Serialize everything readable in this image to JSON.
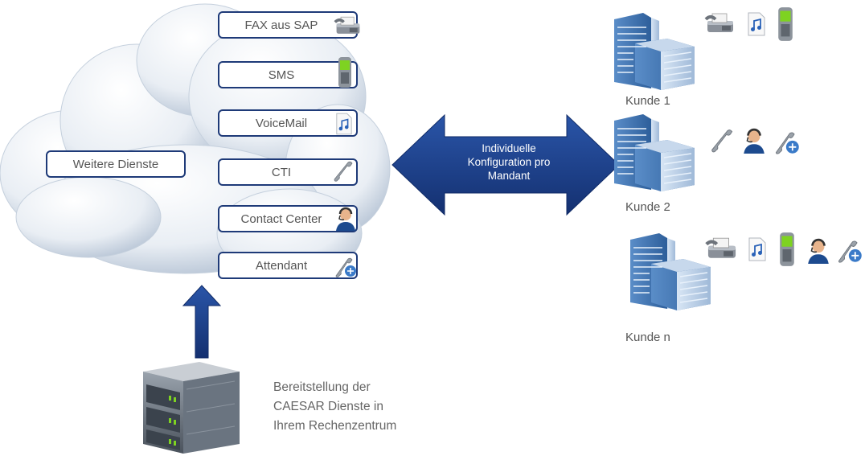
{
  "cloud": {
    "services": [
      {
        "label": "FAX aus SAP",
        "icon": "fax-icon"
      },
      {
        "label": "SMS",
        "icon": "mobile-phone-icon"
      },
      {
        "label": "VoiceMail",
        "icon": "music-note-icon"
      },
      {
        "label": "CTI",
        "icon": "phone-handset-icon"
      },
      {
        "label": "Contact Center",
        "icon": "agent-headset-icon"
      },
      {
        "label": "Attendant",
        "icon": "attendant-phone-icon"
      }
    ],
    "other_label": "Weitere Dienste"
  },
  "center_arrow": {
    "line1": "Individuelle",
    "line2": "Konfiguration pro",
    "line3": "Mandant",
    "color": "#1c3d8c"
  },
  "customers": [
    {
      "label": "Kunde 1",
      "icons": [
        "fax-icon",
        "music-note-icon",
        "mobile-phone-icon"
      ]
    },
    {
      "label": "Kunde 2",
      "icons": [
        "phone-handset-icon",
        "agent-headset-icon",
        "attendant-phone-icon"
      ]
    },
    {
      "label": "Kunde n",
      "icons": [
        "fax-icon",
        "music-note-icon",
        "mobile-phone-icon",
        "agent-headset-icon",
        "attendant-phone-icon"
      ]
    }
  ],
  "datacenter": {
    "line1": "Bereitstellung der",
    "line2": "CAESAR Dienste in",
    "line3": "Ihrem Rechenzentrum",
    "icon": "server-rack-icon"
  },
  "colors": {
    "accent": "#1c3d8c",
    "border": "#1e3a78"
  }
}
